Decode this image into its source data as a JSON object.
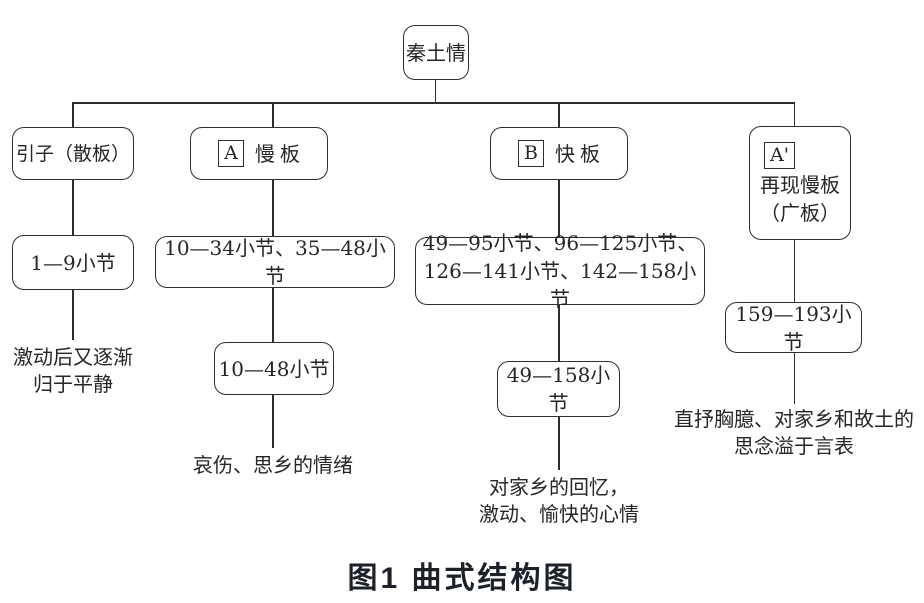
{
  "colors": {
    "line": "#2e2e2e",
    "text": "#262626",
    "caption_text": "#1b2029",
    "background": "#ffffff"
  },
  "root": {
    "label": "秦土情"
  },
  "branches": {
    "intro": {
      "header": "引子（散板）",
      "bars": "1—9小节",
      "note_line1": "激动后又逐渐",
      "note_line2": "归于平静"
    },
    "a": {
      "tag": "A",
      "name": "慢板",
      "bars_detail": "10—34小节、35—48小节",
      "bars_total": "10—48小节",
      "note_line1": "哀伤、思乡的情绪"
    },
    "b": {
      "tag": "B",
      "name": "快板",
      "bars_detail_line1": "49—95小节、96—125小节、",
      "bars_detail_line2": "126—141小节、142—158小节",
      "bars_total": "49—158小节",
      "note_line1": "对家乡的回忆，",
      "note_line2": "激动、愉快的心情"
    },
    "a_prime": {
      "tag": "A'",
      "name_line1": "再现慢板",
      "name_line2": "（广板）",
      "bars": "159—193小节",
      "note_line1": "直抒胸臆、对家乡和故土的",
      "note_line2": "思念溢于言表"
    }
  },
  "caption": "图1 曲式结构图"
}
